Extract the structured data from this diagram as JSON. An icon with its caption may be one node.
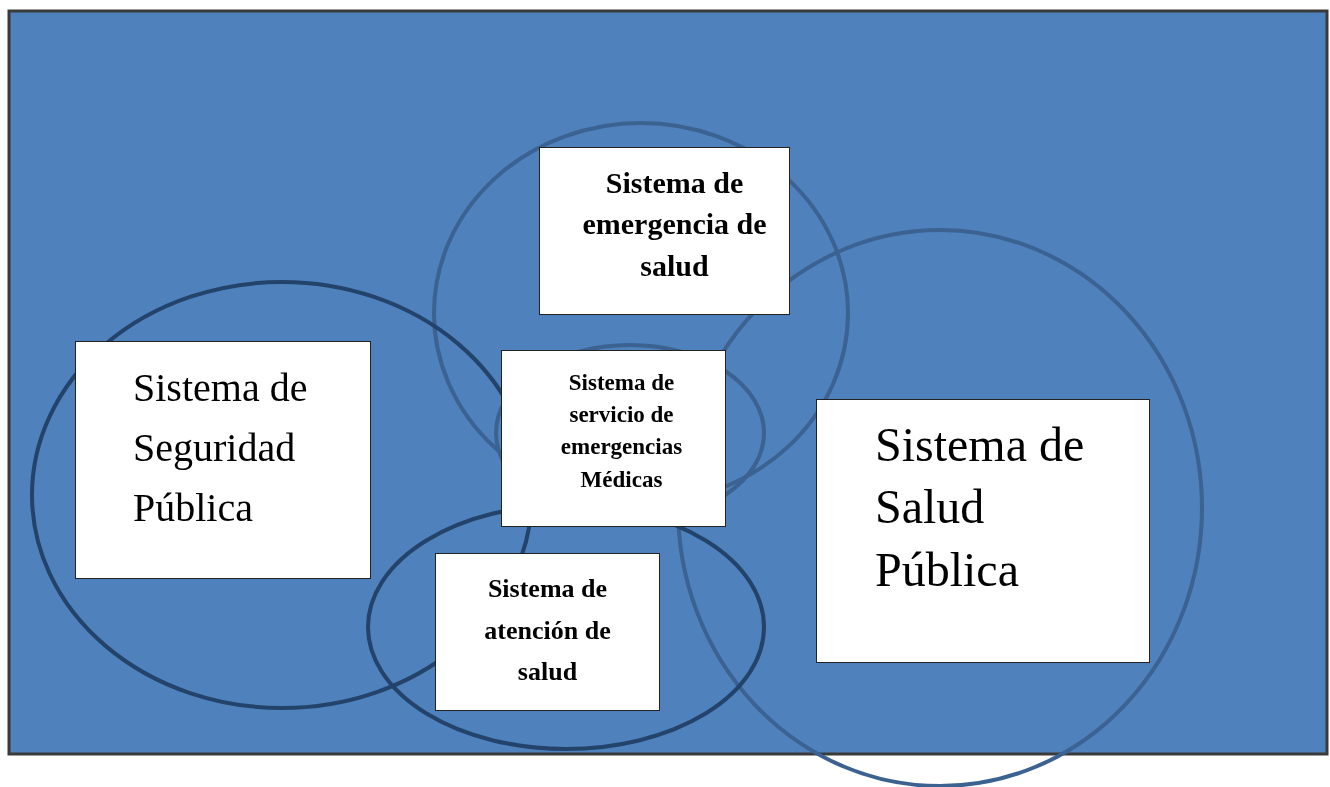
{
  "diagram": {
    "nodes": [
      {
        "text": [
          "Sistema de emergencia de salud"
        ]
      },
      {
        "text": [
          "Sistema de Seguridad Pública"
        ]
      },
      {
        "text": [
          "Sistema de servicio de emergencias Médicas"
        ]
      },
      {
        "text": [
          "Sistema de Salud Pública"
        ]
      },
      {
        "text": [
          "Sistema de atención de salud"
        ]
      }
    ]
  }
}
